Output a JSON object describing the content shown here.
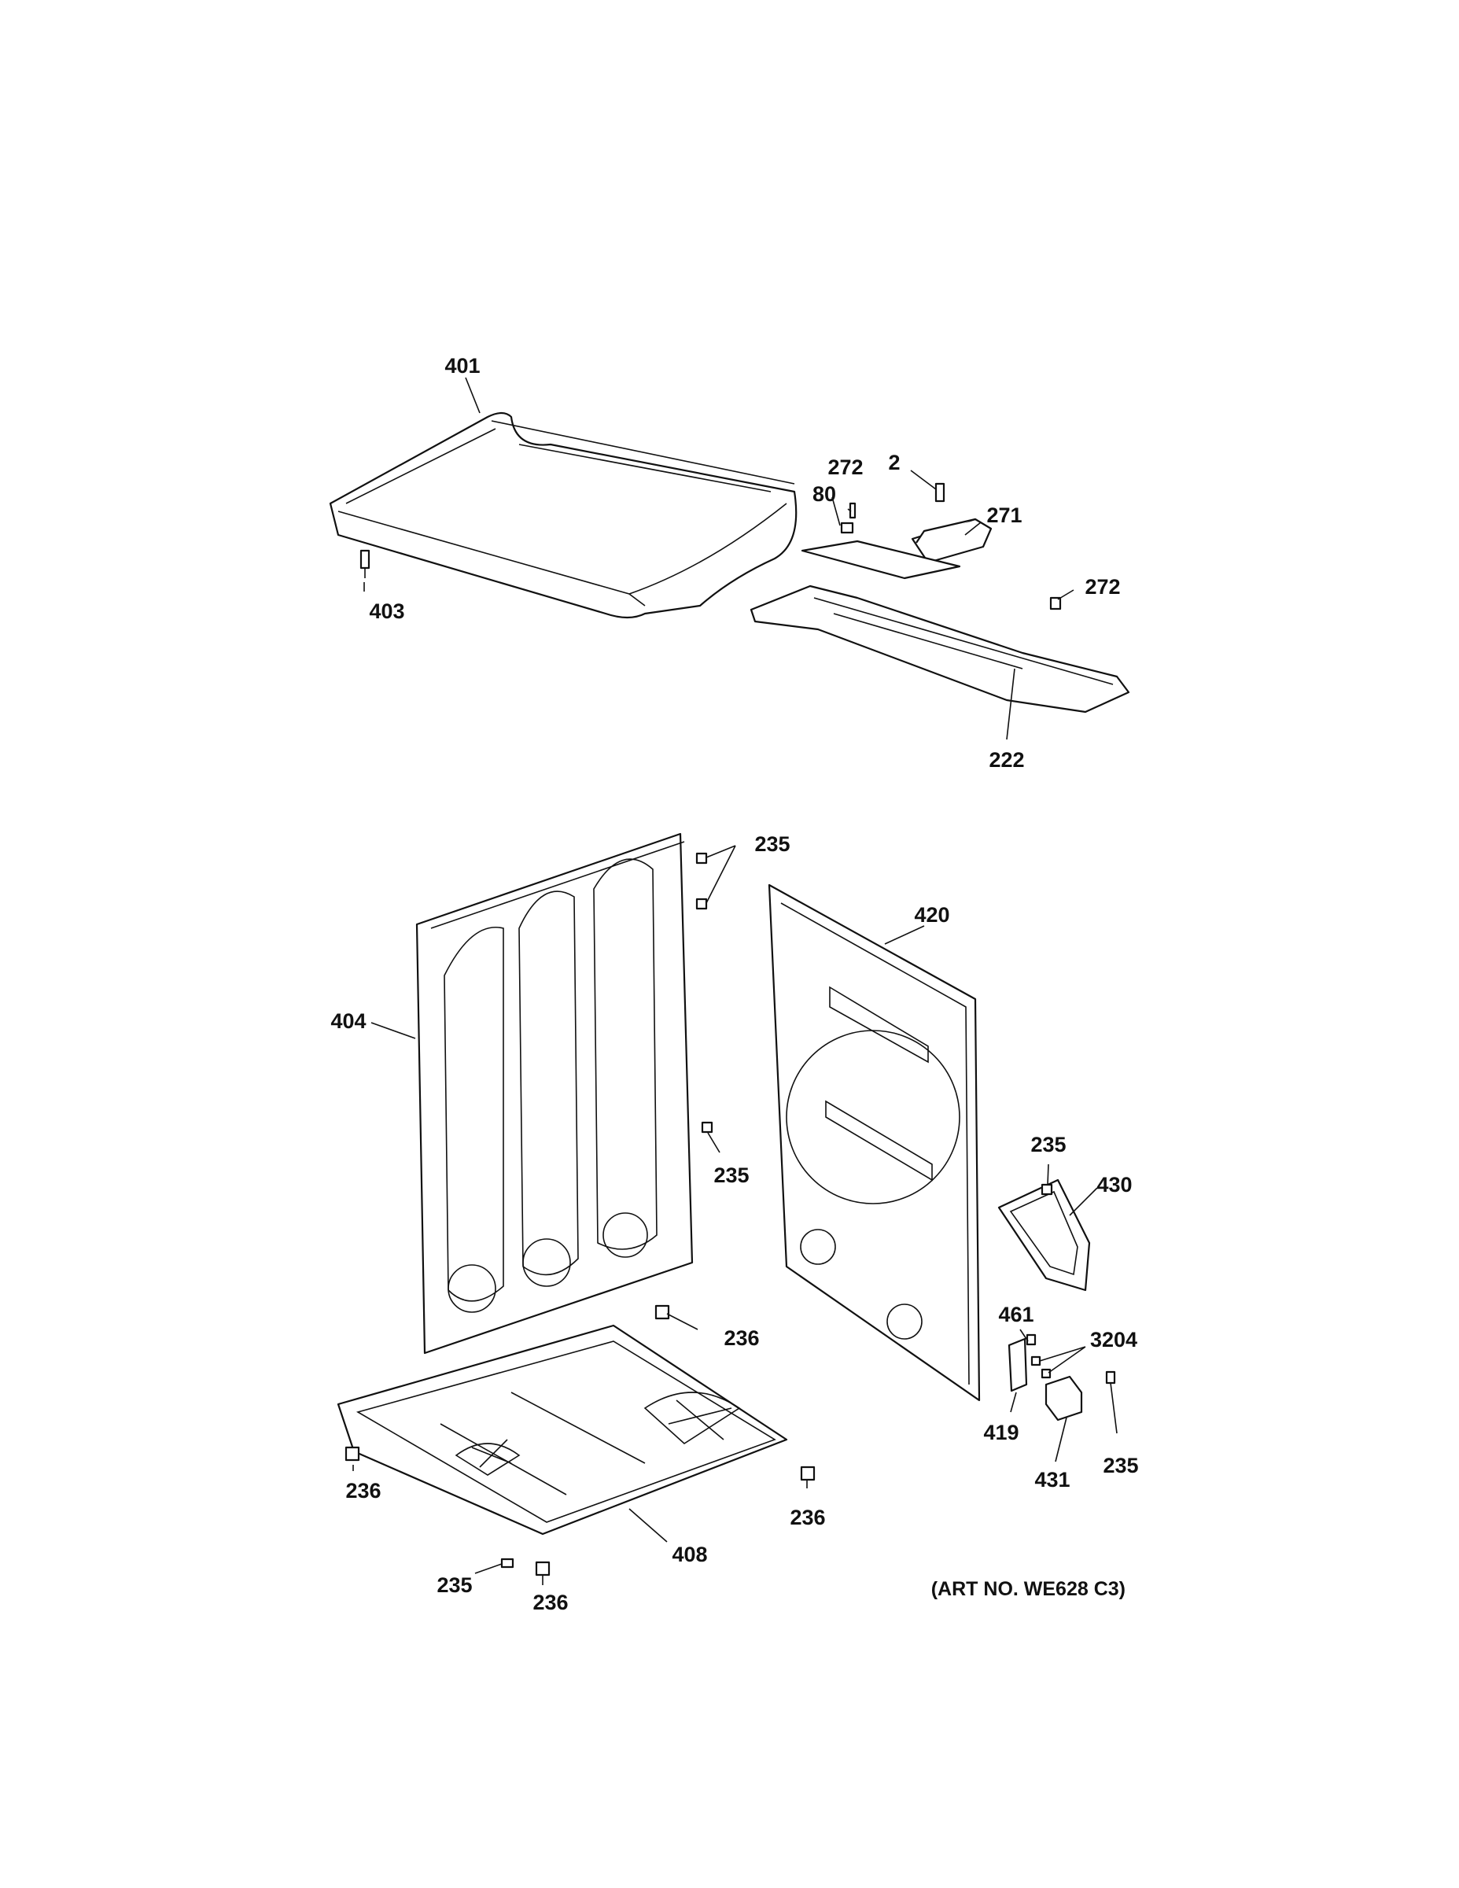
{
  "callouts": {
    "top_panel": "401",
    "top_screw": "403",
    "clip_272a": "272",
    "clip_80": "80",
    "screw_2": "2",
    "bracket": "271",
    "clip_272b": "272",
    "rail": "222",
    "screws_235_top": "235",
    "rear_panel": "404",
    "screw_235_rear": "235",
    "front_panel": "420",
    "screw_235_gasket": "235",
    "gasket": "430",
    "screw_461": "461",
    "screws_3204": "3204",
    "bracket_419": "419",
    "block_431": "431",
    "screw_235_block": "235",
    "leg_236_a": "236",
    "leg_236_b": "236",
    "leg_236_c": "236",
    "leg_236_d": "236",
    "base": "408",
    "screw_235_base": "235"
  },
  "art_number": "(ART NO. WE628 C3)"
}
